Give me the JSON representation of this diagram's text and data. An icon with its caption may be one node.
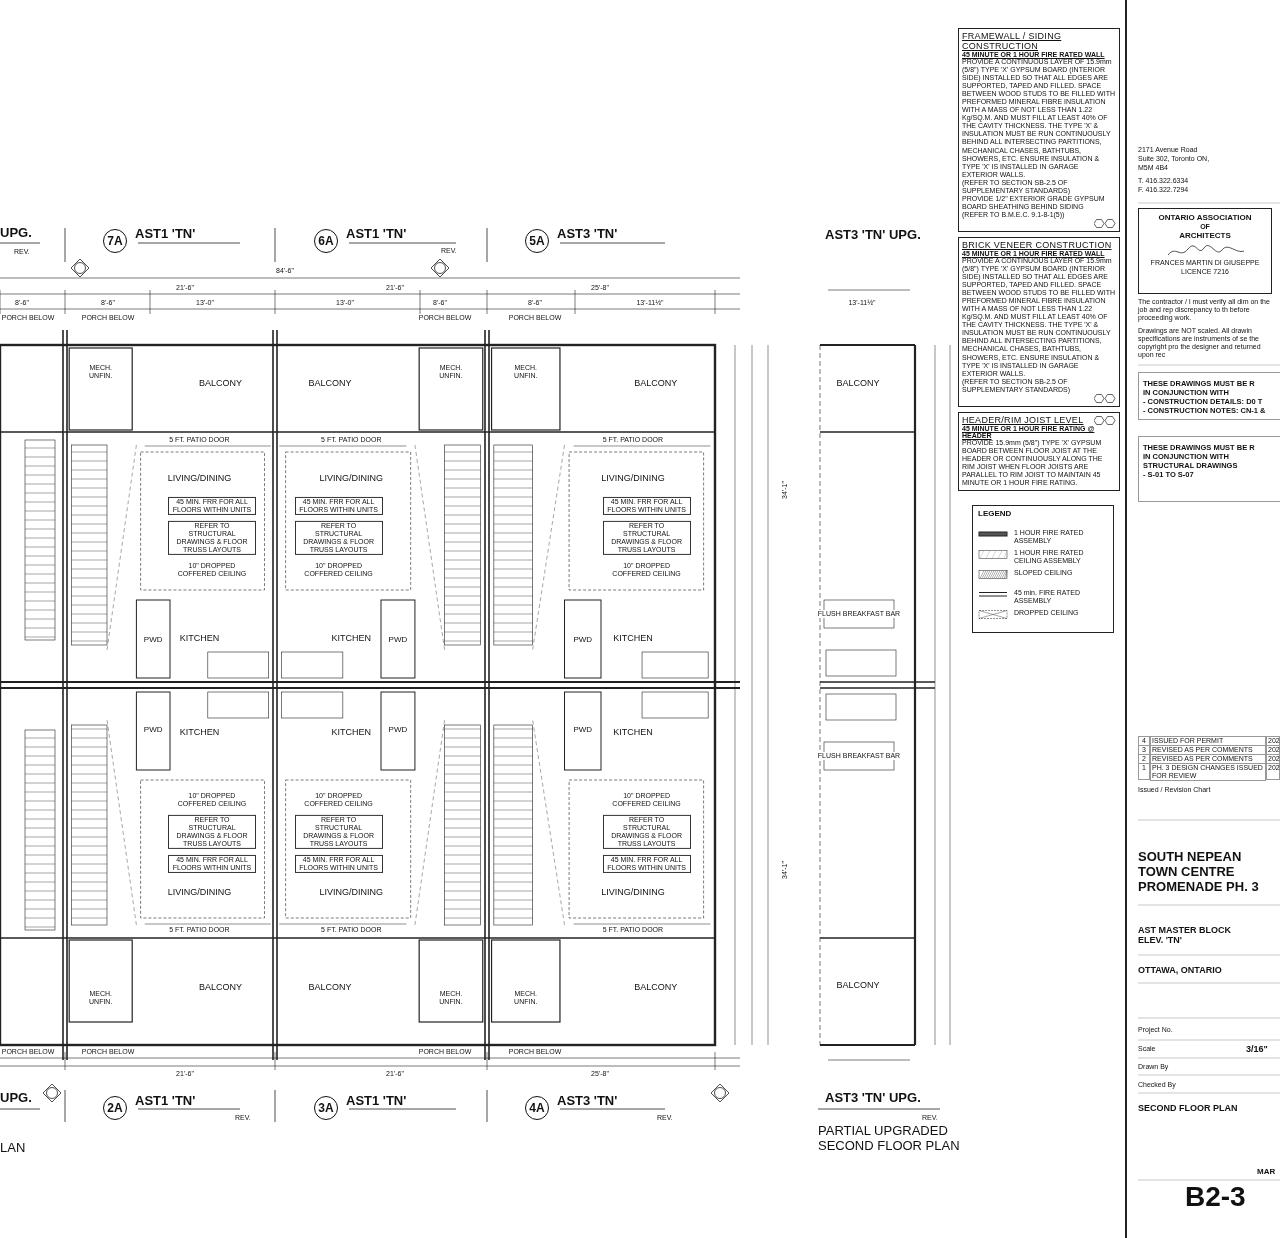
{
  "diagram": {
    "nodes": [
      {
        "text": [
          "FRAMEWALL / SIDING CONSTRUCTION",
          "45 MINUTE OR 1 HOUR FIRE RATED WALL",
          "PROVIDE A CONTINUOUS LAYER OF 15.9mm (5/8\") TYPE 'X' GYPSUM BOARD (INTERIOR SIDE) INSTALLED SO THAT ALL EDGES ARE SUPPORTED, TAPED AND FILLED. SPACE BETWEEN WOOD STUDS TO BE FILLED WITH PREFORMED MINERAL FIBRE INSULATION WITH A MASS OF NOT LESS THAN 1.22 Kg/SQ.M. AND MUST FILL AT LEAST 40% OF THE CAVITY THICKNESS. THE TYPE 'X' & INSULATION MUST BE RUN CONTINUOUSLY BEHIND ALL INTERSECTING PARTITIONS, MECHANICAL CHASES, BATHTUBS, SHOWERS, ETC. ENSURE INSULATION & TYPE 'X' IS INSTALLED IN GARAGE EXTERIOR WALLS.",
          "(REFER TO SECTION SB-2.5 OF SUPPLEMENTARY STANDARDS)",
          "PROVIDE 1/2\" EXTERIOR GRADE GYPSUM BOARD SHEATHING BEHIND SIDING",
          "(REFER TO B.M.E.C. 9.1-8-1(5))"
        ]
      },
      {
        "text": [
          "BRICK VENEER CONSTRUCTION",
          "45 MINUTE OR 1 HOUR FIRE RATED WALL",
          "PROVIDE A CONTINUOUS LAYER OF 15.9mm (5/8\") TYPE 'X' GYPSUM BOARD (INTERIOR SIDE) INSTALLED SO THAT ALL EDGES ARE SUPPORTED, TAPED AND FILLED. SPACE BETWEEN WOOD STUDS TO BE FILLED WITH PREFORMED MINERAL FIBRE INSULATION WITH A MASS OF NOT LESS THAN 1.22 Kg/SQ.M. AND MUST FILL AT LEAST 40% OF THE CAVITY THICKNESS. THE TYPE 'X' & INSULATION MUST BE RUN CONTINUOUSLY BEHIND ALL INTERSECTING PARTITIONS, MECHANICAL CHASES, BATHTUBS, SHOWERS, ETC. ENSURE INSULATION & TYPE 'X' IS INSTALLED IN GARAGE EXTERIOR WALLS.",
          "(REFER TO SECTION SB-2.5 OF SUPPLEMENTARY STANDARDS)"
        ]
      },
      {
        "text": [
          "HEADER/RIM JOIST LEVEL",
          "45 MINUTE OR 1 HOUR FIRE RATING @ HEADER",
          "PROVIDE 15.9mm (5/8\") TYPE 'X' GYPSUM BOARD BETWEEN FLOOR JOIST AT THE HEADER OR CONTINUOUSLY ALONG THE RIM JOIST WHEN FLOOR JOISTS ARE PARALLEL TO RIM JOIST TO MAINTAIN 45 MINUTE OR 1 HOUR FIRE RATING."
        ]
      },
      {
        "text": [
          "ONTARIO ASSOCIATION",
          "OF",
          "ARCHITECTS",
          "FRANCES MARTIN DI GIUSEPPE",
          "LICENCE 7216"
        ]
      },
      {
        "text": [
          "THESE DRAWINGS MUST BE R",
          "IN CONJUNCTION WITH",
          "- CONSTRUCTION DETAILS: D0 T",
          "- CONSTRUCTION NOTES: CN-1 &"
        ]
      },
      {
        "text": [
          "THESE DRAWINGS MUST BE R",
          "IN CONJUNCTION WITH",
          "STRUCTURAL DRAWINGS",
          "- S-01 TO S-07"
        ]
      },
      {
        "text": [
          "7A"
        ],
        "beside": [
          "AST1 'TN'"
        ]
      },
      {
        "text": [
          "6A"
        ],
        "beside": [
          "AST1 'TN'"
        ]
      },
      {
        "text": [
          "5A"
        ],
        "beside": [
          "AST3 'TN'"
        ]
      },
      {
        "text": [
          "2A"
        ],
        "beside": [
          "AST1 'TN'"
        ]
      },
      {
        "text": [
          "3A"
        ],
        "beside": [
          "AST1 'TN'"
        ]
      },
      {
        "text": [
          "4A"
        ],
        "beside": [
          "AST3 'TN'"
        ]
      }
    ],
    "labels": [
      "UPG.",
      "REV.",
      "AST3 'TN' UPG.",
      "84'-6\"",
      "21'-6\"",
      "21'-6\"",
      "25'-8\"",
      "8'-6\"",
      "8'-6\"",
      "13'-0\"",
      "13'-0\"",
      "8'-6\"",
      "8'-6\"",
      "13'-11½\"",
      "13'-11½\"",
      "PORCH BELOW",
      "PORCH BELOW",
      "PORCH BELOW",
      "PORCH BELOW",
      "34'-1\"",
      "34'-1\"",
      "BALCONY",
      "5 FT. PATIO DOOR",
      "LIVING/DINING",
      "45 MIN. FRR FOR ALL FLOORS WITHIN UNITS",
      "REFER TO STRUCTURAL DRAWINGS & FLOOR TRUSS LAYOUTS",
      "10\" DROPPED COFFERED CEILING",
      "KITCHEN",
      "MECH. UNFIN.",
      "PWD",
      "BALCONY",
      "5 FT. PATIO DOOR",
      "LIVING/DINING",
      "45 MIN. FRR FOR ALL FLOORS WITHIN UNITS",
      "REFER TO STRUCTURAL DRAWINGS & FLOOR TRUSS LAYOUTS",
      "10\" DROPPED COFFERED CEILING",
      "KITCHEN",
      "MECH. UNFIN.",
      "PWD",
      "BALCONY",
      "5 FT. PATIO DOOR",
      "LIVING/DINING",
      "45 MIN. FRR FOR ALL FLOORS WITHIN UNITS",
      "REFER TO STRUCTURAL DRAWINGS & FLOOR TRUSS LAYOUTS",
      "10\" DROPPED COFFERED CEILING",
      "KITCHEN",
      "MECH. UNFIN.",
      "PWD",
      "BALCONY",
      "5 FT. PATIO DOOR",
      "LIVING/DINING",
      "45 MIN. FRR FOR ALL FLOORS WITHIN UNITS",
      "REFER TO STRUCTURAL DRAWINGS & FLOOR TRUSS LAYOUTS",
      "10\" DROPPED COFFERED CEILING",
      "KITCHEN",
      "MECH. UNFIN.",
      "PWD",
      "BALCONY",
      "5 FT. PATIO DOOR",
      "LIVING/DINING",
      "45 MIN. FRR FOR ALL FLOORS WITHIN UNITS",
      "REFER TO STRUCTURAL DRAWINGS & FLOOR TRUSS LAYOUTS",
      "10\" DROPPED COFFERED CEILING",
      "KITCHEN",
      "MECH. UNFIN.",
      "PWD",
      "BALCONY",
      "5 FT. PATIO DOOR",
      "LIVING/DINING",
      "45 MIN. FRR FOR ALL FLOORS WITHIN UNITS",
      "REFER TO STRUCTURAL DRAWINGS & FLOOR TRUSS LAYOUTS",
      "10\" DROPPED COFFERED CEILING",
      "KITCHEN",
      "MECH. UNFIN.",
      "PWD",
      "BALCONY",
      "FLUSH BREAKFAST BAR",
      "FLUSH BREAKFAST BAR",
      "BALCONY",
      "PORCH BELOW",
      "PORCH BELOW",
      "PORCH BELOW",
      "PORCH BELOW",
      "21'-6\"",
      "21'-6\"",
      "25'-8\"",
      "UPG.",
      "AST3 'TN' UPG.",
      "REV.",
      "PARTIAL UPGRADED SECOND FLOOR PLAN",
      "LAN",
      "LEGEND",
      "2171 Avenue Road",
      "Suite 302, Toronto ON,",
      "M5M 4B4",
      "T. 416.322.6334",
      "F. 416.322.7294",
      "The contractor / l must verify all dim on the job and rep discrepancy to th before proceeding work.",
      "Drawings are NOT scaled. All drawin specifications are instruments of se the copyright pro the designer and returned upon rec",
      "4",
      "ISSUED FOR PERMIT",
      "202",
      "3",
      "REVISED AS PER COMMENTS",
      "202",
      "2",
      "REVISED AS PER COMMENTS",
      "202",
      "1",
      "PH. 3 DESIGN CHANGES ISSUED FOR REVIEW",
      "202",
      "Issued / Revision Chart",
      "SOUTH NEPEAN TOWN CENTRE PROMENADE PH. 3",
      "AST MASTER BLOCK ELEV. 'TN'",
      "OTTAWA, ONTARIO",
      "Project No.",
      "Scale",
      "3/16\"",
      "Drawn By",
      "Checked By",
      "SECOND FLOOR PLAN",
      "MAR",
      "B2-3",
      "REV.",
      "REV.",
      "REV."
    ],
    "legend": [
      {
        "text": "1 HOUR FIRE RATED ASSEMBLY"
      },
      {
        "text": "1 HOUR FIRE RATED CEILING ASSEMBLY"
      },
      {
        "text": "SLOPED CEILING"
      },
      {
        "text": "45 min. FIRE RATED ASSEMBLY"
      },
      {
        "text": "DROPPED CEILING"
      }
    ]
  }
}
